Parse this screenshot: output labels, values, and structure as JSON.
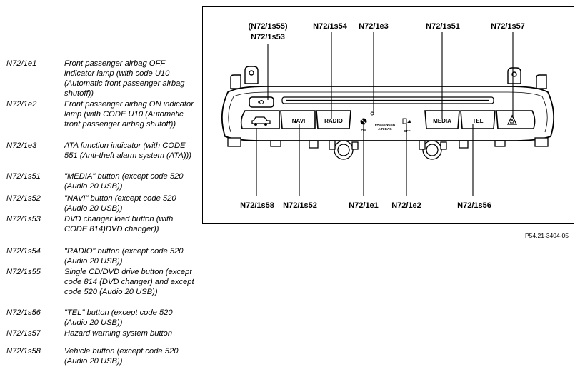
{
  "legend": [
    {
      "code": "N72/1e1",
      "desc": "Front passenger airbag OFF indicator lamp (with code U10 (Automatic front passenger airbag shutoff))"
    },
    {
      "code": "N72/1e2",
      "desc": "Front passenger airbag ON indicator lamp (with CODE U10 (Automatic front passenger airbag shutoff))"
    },
    {
      "code": "N72/1e3",
      "desc": "ATA function indicator (with CODE 551 (Anti-theft alarm system (ATA)))"
    },
    {
      "code": "N72/1s51",
      "desc": "\"MEDIA\" button (except code 520 (Audio 20 USB))"
    },
    {
      "code": "N72/1s52",
      "desc": "\"NAVI\" button (except code 520 (Audio 20 USB))"
    },
    {
      "code": "N72/1s53",
      "desc": "DVD changer load button (with CODE 814)DVD changer))"
    },
    {
      "code": "N72/1s54",
      "desc": "\"RADIO\" button (except code 520 (Audio 20 USB))"
    },
    {
      "code": "N72/1s55",
      "desc": "Single CD/DVD drive button (except code 814 (DVD changer) and except code 520 (Audio 20 USB))"
    },
    {
      "code": "N72/1s56",
      "desc": "\"TEL\" button (except code 520 (Audio 20 USB))"
    },
    {
      "code": "N72/1s57",
      "desc": "Hazard warning system button"
    },
    {
      "code": "N72/1s58",
      "desc": "Vehicle button (except code 520 (Audio 20 USB))"
    }
  ],
  "callouts": {
    "s55": "(N72/1s55)",
    "s53": "N72/1s53",
    "s54": "N72/1s54",
    "e3": "N72/1e3",
    "s51": "N72/1s51",
    "s57": "N72/1s57",
    "s58": "N72/1s58",
    "s52": "N72/1s52",
    "e1": "N72/1e1",
    "e2": "N72/1e2",
    "s56": "N72/1s56"
  },
  "panel": {
    "navi": "NAVI",
    "radio": "RADIO",
    "media": "MEDIA",
    "tel": "TEL",
    "passenger": "PASSENGER",
    "air_bag": "AIR BAG",
    "on": "ON",
    "off": "OFF"
  },
  "figure_ref": "P54.21-3404-05"
}
